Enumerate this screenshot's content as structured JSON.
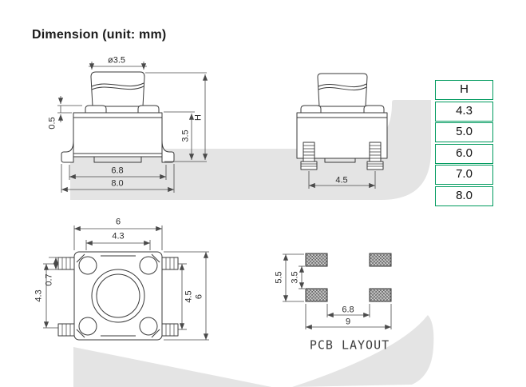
{
  "title": "Dimension (unit: mm)",
  "colors": {
    "table_border_green": "#009a5e",
    "drawing_line": "#3a3a3a",
    "watermark_gray": "#e4e4e4",
    "pad_gray": "#9a9a9a"
  },
  "table": {
    "header": "H",
    "rows": [
      "4.3",
      "5.0",
      "6.0",
      "7.0",
      "8.0"
    ]
  },
  "front_view": {
    "stem_diameter": "ø3.5",
    "bump_height": "0.5",
    "total_height": "H",
    "body_height": "3.5",
    "base_width": "6.8",
    "lead_span": "8.0"
  },
  "side_view": {
    "lead_pitch": "4.5"
  },
  "top_view": {
    "outer_width": "6",
    "stem_span": "4.3",
    "lead_width": "0.7",
    "lead_span": "4.3",
    "inner_height": "4.5",
    "outer_height": "6"
  },
  "pcb_layout": {
    "caption": "PCB LAYOUT",
    "outer_vertical": "5.5",
    "inner_vertical": "3.5",
    "inner_horizontal": "6.8",
    "outer_horizontal": "9"
  }
}
